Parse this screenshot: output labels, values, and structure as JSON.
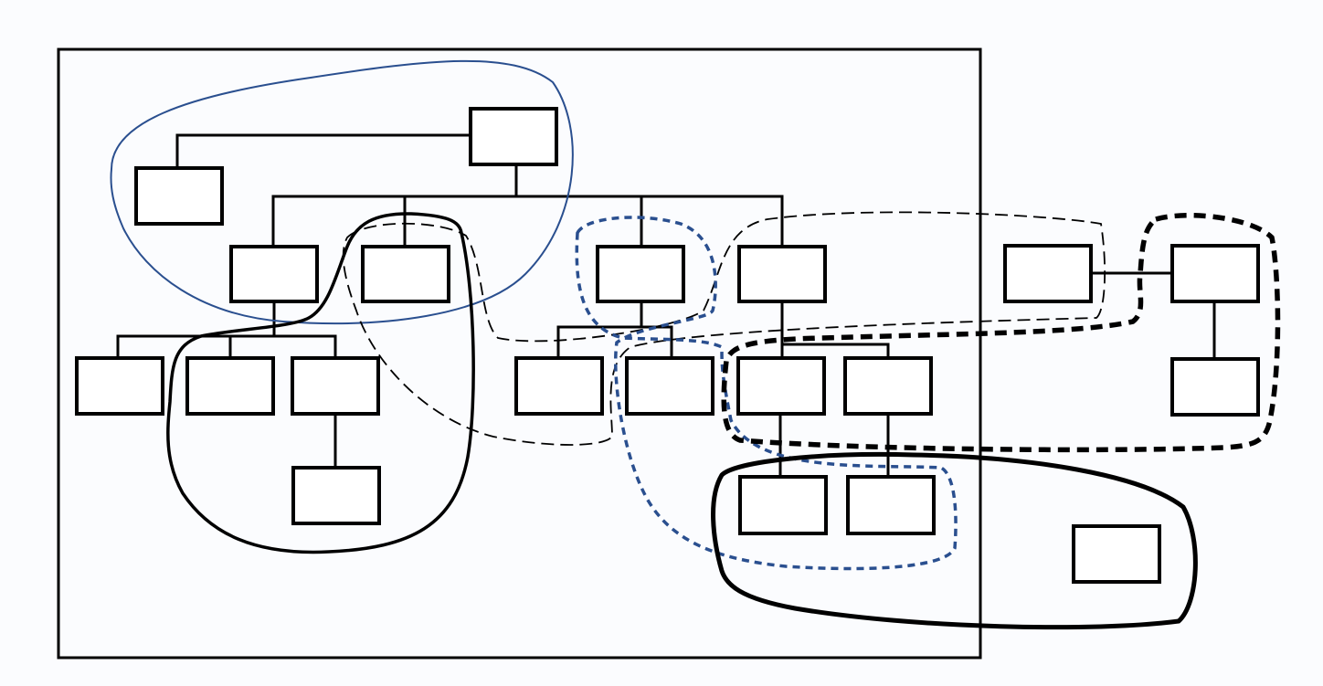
{
  "diagram": {
    "description_text": "",
    "colors": {
      "background": "#fbfcfe",
      "line": "#000000",
      "box_fill": "#ffffff",
      "blue_outline": "#2a4f8f"
    },
    "nodes": [
      {
        "id": "root"
      },
      {
        "id": "left-top"
      },
      {
        "id": "l2a"
      },
      {
        "id": "l2b"
      },
      {
        "id": "l2c"
      },
      {
        "id": "l2d"
      },
      {
        "id": "l3a"
      },
      {
        "id": "l3b"
      },
      {
        "id": "l3c"
      },
      {
        "id": "l4a"
      },
      {
        "id": "l3d"
      },
      {
        "id": "l3e"
      },
      {
        "id": "l3f"
      },
      {
        "id": "l3g"
      },
      {
        "id": "l4b"
      },
      {
        "id": "l4c"
      },
      {
        "id": "r-mid"
      },
      {
        "id": "r-top"
      },
      {
        "id": "r-bot"
      },
      {
        "id": "r-lone"
      }
    ],
    "groupings": [
      {
        "id": "blue-solid-outline",
        "style": "solid",
        "color": "blue"
      },
      {
        "id": "black-solid-outline",
        "style": "solid",
        "color": "black"
      },
      {
        "id": "black-dashed-outline",
        "style": "dashed",
        "color": "black"
      },
      {
        "id": "blue-dotted-outline",
        "style": "dotted",
        "color": "blue"
      },
      {
        "id": "black-heavy-dashed-outline",
        "style": "heavy-dashed",
        "color": "black"
      },
      {
        "id": "black-heavy-solid-outline",
        "style": "heavy-solid",
        "color": "black"
      }
    ]
  }
}
